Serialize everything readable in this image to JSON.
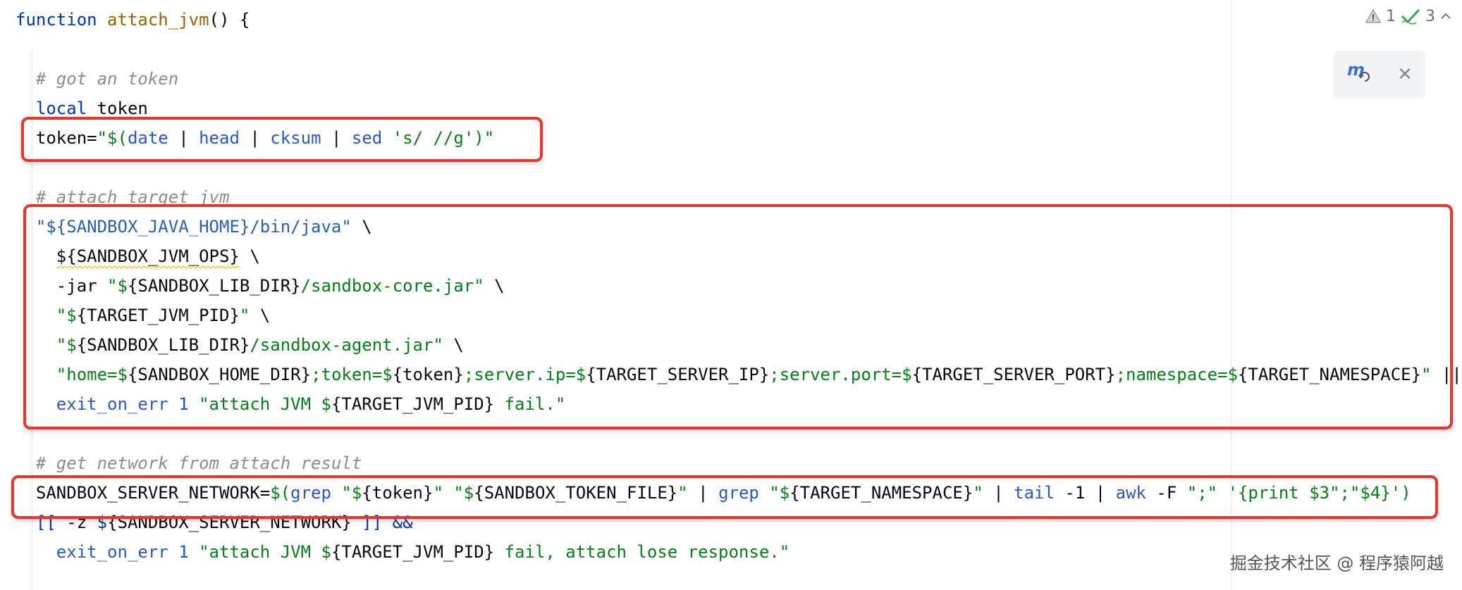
{
  "editor": {
    "lines": [
      [
        {
          "t": "function",
          "c": "kw"
        },
        {
          "t": " "
        },
        {
          "t": "attach_jvm",
          "c": "fn"
        },
        {
          "t": "() {"
        }
      ],
      [],
      [
        {
          "t": "  "
        },
        {
          "t": "# got an token",
          "c": "cmt"
        }
      ],
      [
        {
          "t": "  "
        },
        {
          "t": "local",
          "c": "kw"
        },
        {
          "t": " token"
        }
      ],
      [
        {
          "t": "  token="
        },
        {
          "t": "\"$(",
          "c": "str"
        },
        {
          "t": "date",
          "c": "cmd"
        },
        {
          "t": " | "
        },
        {
          "t": "head",
          "c": "cmd"
        },
        {
          "t": " | "
        },
        {
          "t": "cksum",
          "c": "cmd"
        },
        {
          "t": " | "
        },
        {
          "t": "sed",
          "c": "cmd"
        },
        {
          "t": " "
        },
        {
          "t": "'s/ //g'",
          "c": "str"
        },
        {
          "t": ")\"",
          "c": "str"
        }
      ],
      [],
      [
        {
          "t": "  "
        },
        {
          "t": "# attach target jvm",
          "c": "cmt"
        }
      ],
      [
        {
          "t": "  "
        },
        {
          "t": "\"${SANDBOX_JAVA_HOME}/bin/java\"",
          "c": "ref"
        },
        {
          "t": " \\"
        }
      ],
      [
        {
          "t": "    "
        },
        {
          "t": "${SANDBOX_JVM_OPS}",
          "c": "var squiggle"
        },
        {
          "t": " \\"
        }
      ],
      [
        {
          "t": "    -jar "
        },
        {
          "t": "\"$",
          "c": "str"
        },
        {
          "t": "{SANDBOX_LIB_DIR}",
          "c": "var"
        },
        {
          "t": "/sandbox-core.jar\"",
          "c": "str"
        },
        {
          "t": " \\"
        }
      ],
      [
        {
          "t": "    "
        },
        {
          "t": "\"$",
          "c": "str"
        },
        {
          "t": "{TARGET_JVM_PID}",
          "c": "var"
        },
        {
          "t": "\"",
          "c": "str"
        },
        {
          "t": " \\"
        }
      ],
      [
        {
          "t": "    "
        },
        {
          "t": "\"$",
          "c": "str"
        },
        {
          "t": "{SANDBOX_LIB_DIR}",
          "c": "var"
        },
        {
          "t": "/sandbox-agent.jar\"",
          "c": "str"
        },
        {
          "t": " \\"
        }
      ],
      [
        {
          "t": "    "
        },
        {
          "t": "\"home=$",
          "c": "str"
        },
        {
          "t": "{SANDBOX_HOME_DIR}",
          "c": "var"
        },
        {
          "t": ";token=$",
          "c": "str"
        },
        {
          "t": "{token}",
          "c": "var"
        },
        {
          "t": ";server.ip=$",
          "c": "str"
        },
        {
          "t": "{TARGET_SERVER_IP}",
          "c": "var"
        },
        {
          "t": ";server.port=$",
          "c": "str"
        },
        {
          "t": "{TARGET_SERVER_PORT}",
          "c": "var"
        },
        {
          "t": ";namespace=$",
          "c": "str"
        },
        {
          "t": "{TARGET_NAMESPACE}",
          "c": "var"
        },
        {
          "t": "\"",
          "c": "str"
        },
        {
          "t": " ||"
        }
      ],
      [
        {
          "t": "    "
        },
        {
          "t": "exit_on_err",
          "c": "cmd"
        },
        {
          "t": " "
        },
        {
          "t": "1",
          "c": "num"
        },
        {
          "t": " "
        },
        {
          "t": "\"attach JVM $",
          "c": "str"
        },
        {
          "t": "{TARGET_JVM_PID}",
          "c": "var"
        },
        {
          "t": " fail.\"",
          "c": "str"
        }
      ],
      [],
      [
        {
          "t": "  "
        },
        {
          "t": "# get network from attach result",
          "c": "cmt"
        }
      ],
      [
        {
          "t": "  SANDBOX_SERVER_NETWORK="
        },
        {
          "t": "$(",
          "c": "str"
        },
        {
          "t": "grep",
          "c": "cmd"
        },
        {
          "t": " "
        },
        {
          "t": "\"$",
          "c": "str"
        },
        {
          "t": "{token}",
          "c": "var"
        },
        {
          "t": "\"",
          "c": "str"
        },
        {
          "t": " "
        },
        {
          "t": "\"$",
          "c": "str"
        },
        {
          "t": "{SANDBOX_TOKEN_FILE}",
          "c": "var"
        },
        {
          "t": "\"",
          "c": "str"
        },
        {
          "t": " | "
        },
        {
          "t": "grep",
          "c": "cmd"
        },
        {
          "t": " "
        },
        {
          "t": "\"$",
          "c": "str"
        },
        {
          "t": "{TARGET_NAMESPACE}",
          "c": "var"
        },
        {
          "t": "\"",
          "c": "str"
        },
        {
          "t": " | "
        },
        {
          "t": "tail",
          "c": "cmd"
        },
        {
          "t": " -1 | "
        },
        {
          "t": "awk",
          "c": "cmd"
        },
        {
          "t": " -F "
        },
        {
          "t": "\";\"",
          "c": "str"
        },
        {
          "t": " "
        },
        {
          "t": "'{print $3\";\"$4}'",
          "c": "str"
        },
        {
          "t": ")",
          "c": "str"
        }
      ],
      [
        {
          "t": "  "
        },
        {
          "t": "[[",
          "c": "kw"
        },
        {
          "t": " -z "
        },
        {
          "t": "$",
          "c": "kw"
        },
        {
          "t": "{SANDBOX_SERVER_NETWORK}",
          "c": "var"
        },
        {
          "t": " "
        },
        {
          "t": "]] &&",
          "c": "kw"
        }
      ],
      [
        {
          "t": "    "
        },
        {
          "t": "exit_on_err",
          "c": "cmd"
        },
        {
          "t": " "
        },
        {
          "t": "1",
          "c": "num"
        },
        {
          "t": " "
        },
        {
          "t": "\"attach JVM $",
          "c": "str"
        },
        {
          "t": "{TARGET_JVM_PID}",
          "c": "var"
        },
        {
          "t": " fail, attach lose response.\"",
          "c": "str"
        }
      ]
    ]
  },
  "inspection": {
    "warnings": "1",
    "checks": "3"
  },
  "watermark": "掘金技术社区 @ 程序猿阿越",
  "colors": {
    "highlight": "#e5352d",
    "keyword": "#0033b3",
    "string": "#067d17",
    "comment": "#8c8c8c"
  }
}
